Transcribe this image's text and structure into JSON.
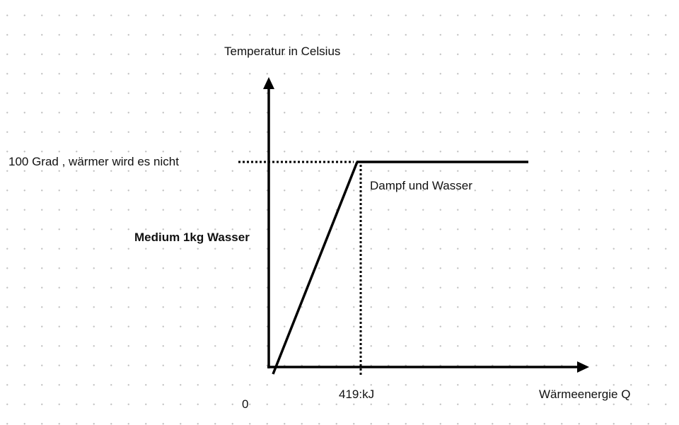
{
  "diagram": {
    "y_axis_label": "Temperatur  in Celsius",
    "x_axis_label": "Wärmeenergie Q",
    "origin_label": "0",
    "plateau_label": "100 Grad , wärmer wird es nicht",
    "medium_label": "Medium  1kg Wasser",
    "phase_label": "Dampf und Wasser",
    "x_marker_label": "419:kJ",
    "line_color": "#000000"
  }
}
